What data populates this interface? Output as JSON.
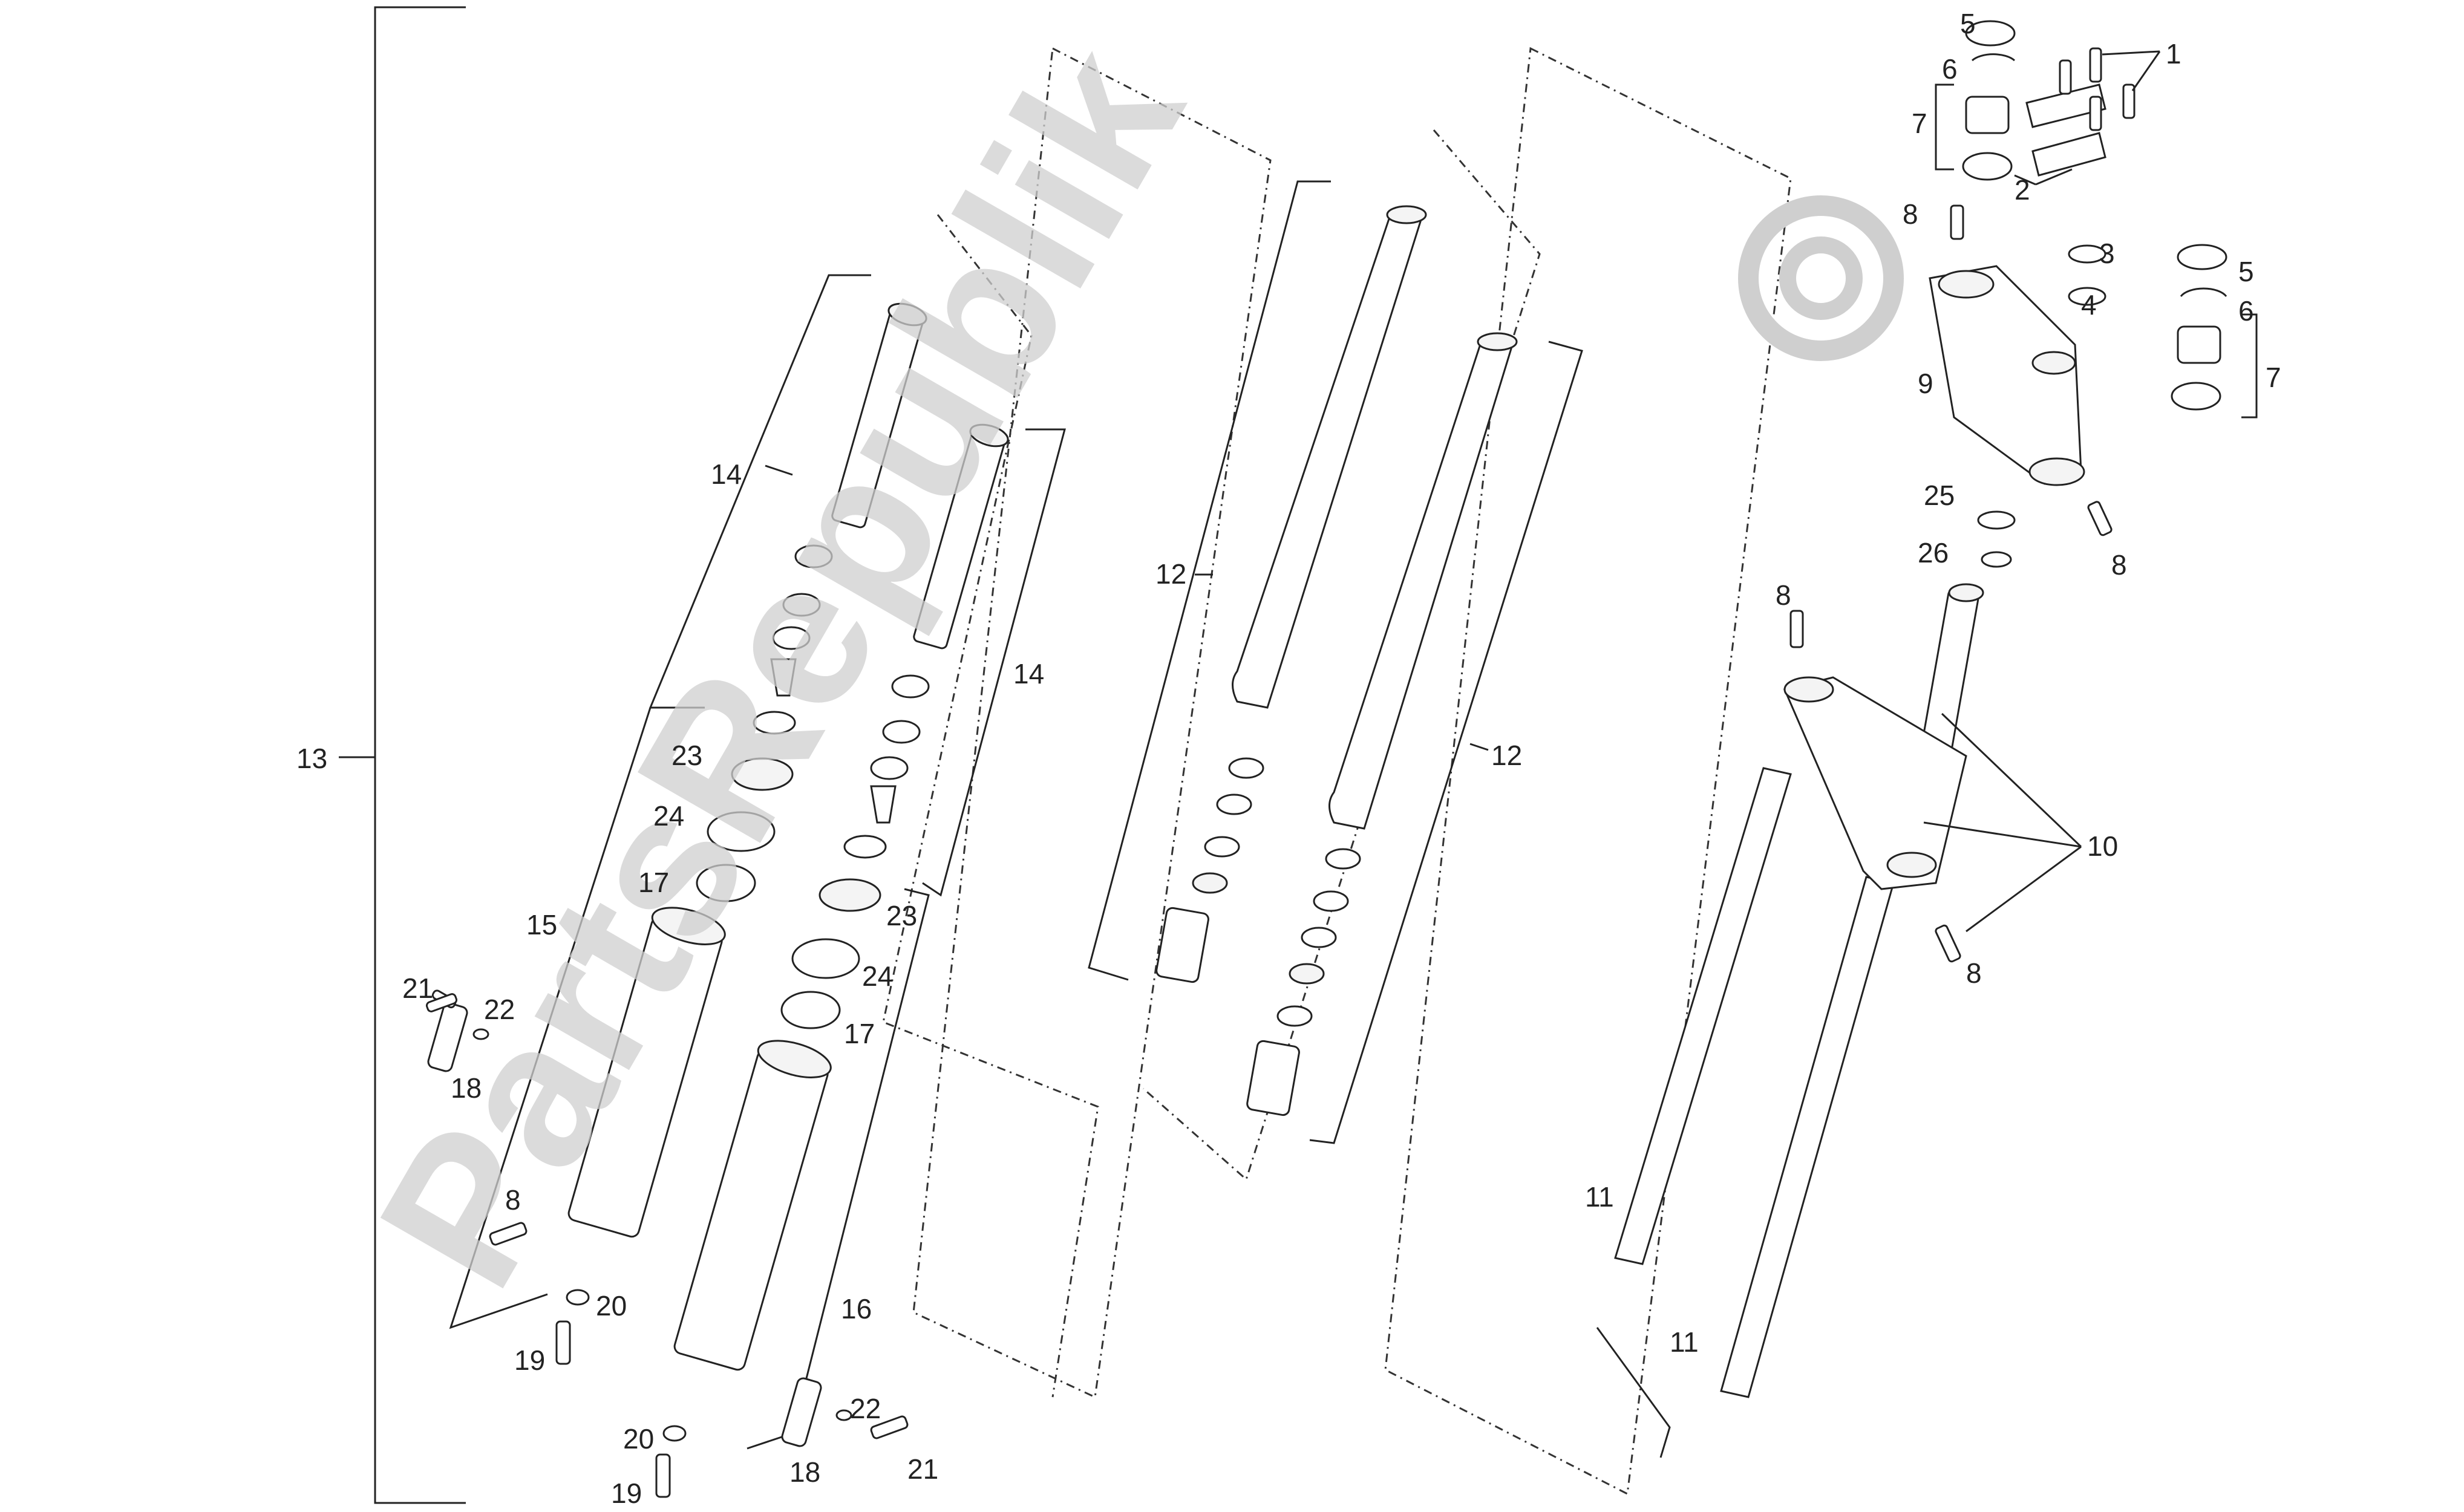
{
  "watermark": {
    "text": "PartsRepublik"
  },
  "callouts": {
    "c1": "1",
    "c2": "2",
    "c3": "3",
    "c4": "4",
    "c5a": "5",
    "c5b": "5",
    "c6a": "6",
    "c6b": "6",
    "c7a": "7",
    "c7b": "7",
    "c8a": "8",
    "c8b": "8",
    "c8c": "8",
    "c8d": "8",
    "c8e": "8",
    "c9": "9",
    "c10": "10",
    "c11a": "11",
    "c11b": "11",
    "c12a": "12",
    "c12b": "12",
    "c13": "13",
    "c14a": "14",
    "c14b": "14",
    "c15": "15",
    "c16": "16",
    "c17a": "17",
    "c17b": "17",
    "c18a": "18",
    "c18b": "18",
    "c19a": "19",
    "c19b": "19",
    "c20a": "20",
    "c20b": "20",
    "c21a": "21",
    "c21b": "21",
    "c22a": "22",
    "c22b": "22",
    "c23a": "23",
    "c23b": "23",
    "c24a": "24",
    "c24b": "24",
    "c25": "25",
    "c26": "26"
  }
}
